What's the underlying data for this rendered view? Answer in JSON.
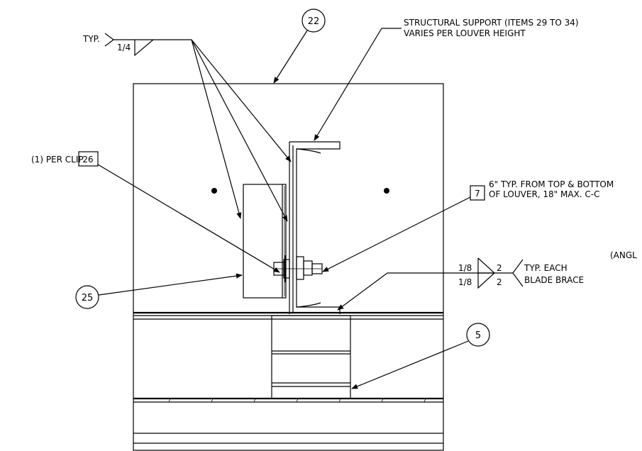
{
  "callouts": {
    "top": "22",
    "clip": "25",
    "bottom": "5"
  },
  "boxed_tags": {
    "clip_item": "26",
    "fastener_item": "7"
  },
  "weld_top": {
    "prefix": "TYP.",
    "size": "1/4"
  },
  "weld_brace": {
    "size_top": "1/8",
    "size_bottom": "1/8",
    "length_top": "2",
    "length_bottom": "2",
    "note_line1": "TYP. EACH",
    "note_line2": "BLADE BRACE"
  },
  "notes": {
    "structural_support_line1": "STRUCTURAL SUPPORT (ITEMS 29 TO 34)",
    "structural_support_line2": "VARIES PER LOUVER HEIGHT",
    "per_clip": "(1) PER CLIP",
    "fastener_line1": "6\" TYP. FROM TOP & BOTTOM",
    "fastener_line2": "OF LOUVER, 18\" MAX. C-C",
    "cut_off": "(ANGL"
  }
}
